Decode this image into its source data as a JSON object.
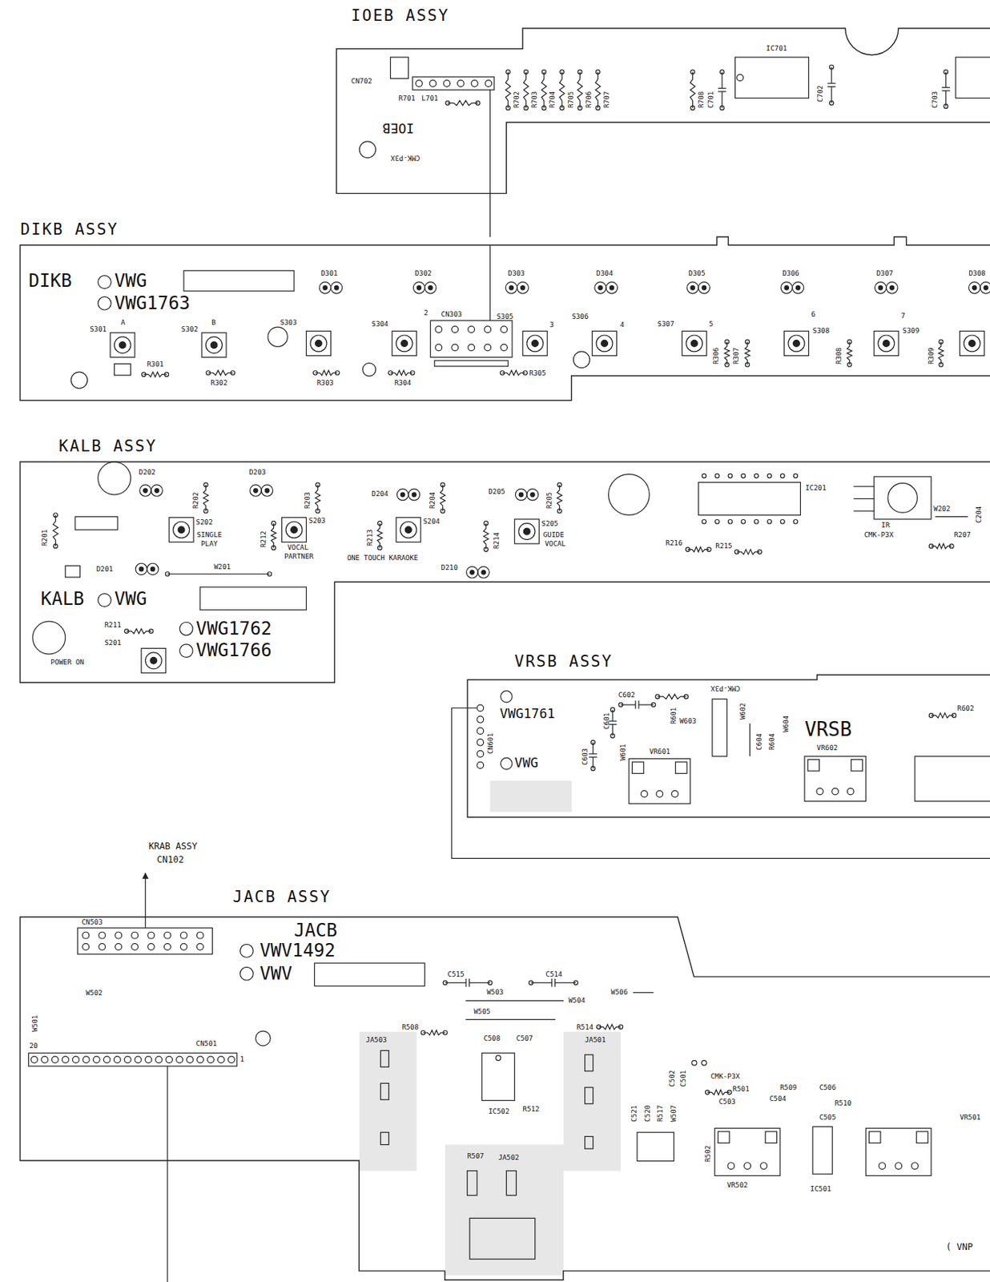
{
  "diagram": {
    "nodes": [
      {
        "text": [
          "IOEB ASSY"
        ]
      },
      {
        "text": [
          "DIKB ASSY"
        ]
      },
      {
        "text": [
          "KALB ASSY"
        ]
      },
      {
        "text": [
          "VRSB ASSY"
        ]
      },
      {
        "text": [
          "JACB ASSY"
        ]
      }
    ],
    "edges": [
      {
        "from": 0,
        "to": 1,
        "arrow": "none"
      }
    ],
    "labels": [
      "CN702",
      "R701",
      "L701",
      "R702",
      "R703",
      "R704",
      "R705",
      "R706",
      "R707",
      "R708",
      "C701",
      "IC701",
      "C702",
      "C703",
      "IOEB",
      "CMK-P3X",
      "DIKB",
      "VWG",
      "VWG1763",
      "A",
      "B",
      "S301",
      "S302",
      "R301",
      "R302",
      "R303",
      "S303",
      "S304",
      "R304",
      "2",
      "CN303",
      "D301",
      "D302",
      "D303",
      "D304",
      "D305",
      "D306",
      "D307",
      "D308",
      "S305",
      "3",
      "S306",
      "4",
      "S307",
      "5",
      "R306",
      "R307",
      "6",
      "S308",
      "R308",
      "7",
      "S309",
      "R309",
      "R305",
      "D202",
      "R202",
      "D203",
      "R203",
      "R201",
      "S202",
      "R212",
      "SINGLE",
      "PLAY",
      "S203",
      "VOCAL",
      "PARTNER",
      "D204",
      "R204",
      "R213",
      "S204",
      "ONE TOUCH KARAOKE",
      "D205",
      "R205",
      "R214",
      "S205",
      "GUIDE",
      "VOCAL",
      "D210",
      "D201",
      "W201",
      "KALB",
      "VWG",
      "R211",
      "VWG1762",
      "S201",
      "POWER ON",
      "VWG1766",
      "IC201",
      "R216",
      "R215",
      "IR",
      "CMK-P3X",
      "W202",
      "C204",
      "R207",
      "VWG1761",
      "CN601",
      "VWG",
      "C602",
      "R601",
      "C601",
      "C603",
      "W601",
      "VR601",
      "W603",
      "W602",
      "C604",
      "R604",
      "W604",
      "VRSB",
      "VR602",
      "R602",
      "CMK-P3X",
      "KRAB ASSY",
      "CN102",
      "JACB",
      "VWV1492",
      "VWV",
      "CN503",
      "W502",
      "W501",
      "CN501",
      "20",
      "1",
      "C515",
      "C514",
      "W503",
      "W504",
      "W506",
      "W505",
      "R508",
      "JA503",
      "C508",
      "C507",
      "R514",
      "JA501",
      "IC502",
      "R512",
      "CMK-P3X",
      "C502",
      "C501",
      "C521",
      "C520",
      "R517",
      "W507",
      "R501",
      "R509",
      "C506",
      "C503",
      "C504",
      "R510",
      "C505",
      "IC501",
      "VR502",
      "VR501",
      "R502",
      "R507",
      "JA502",
      "( VNP"
    ]
  }
}
